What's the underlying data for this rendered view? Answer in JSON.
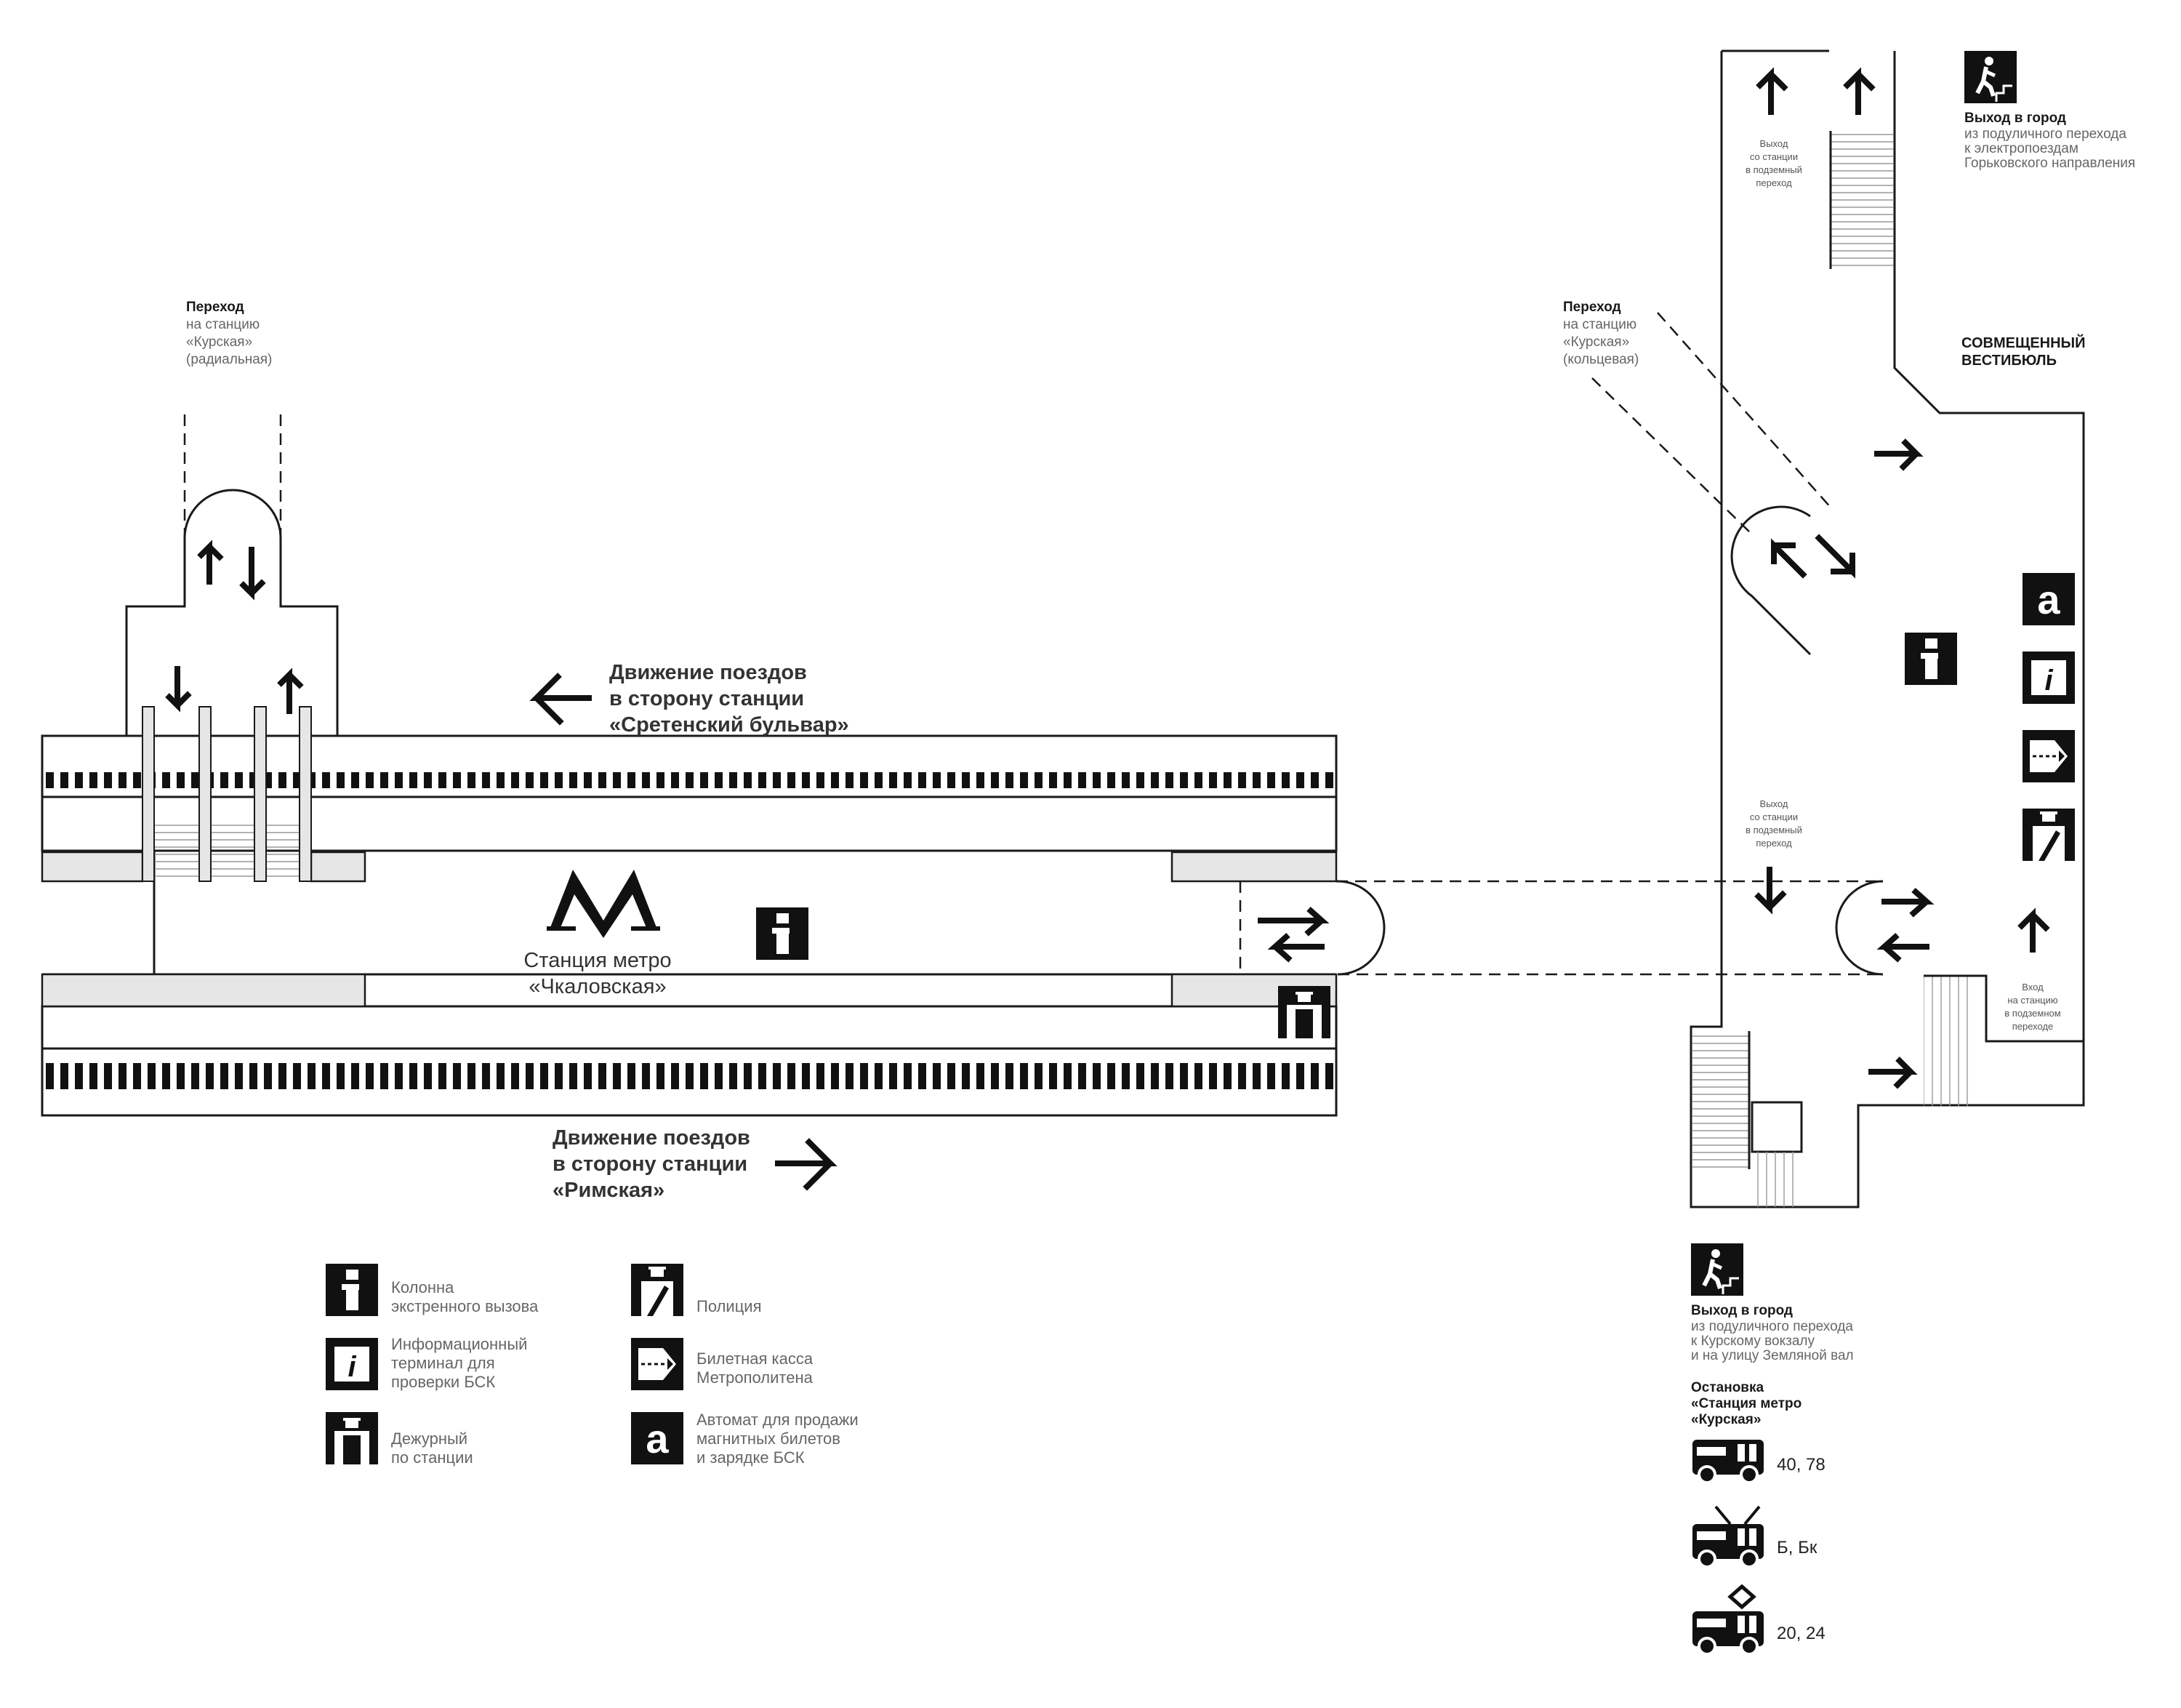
{
  "station": {
    "name": "Станция метро",
    "name2": "«Чкаловская»"
  },
  "direction_top": [
    "Движение поездов",
    "в сторону станции",
    "«Сретенский бульвар»"
  ],
  "direction_bottom": [
    "Движение поездов",
    "в сторону станции",
    "«Римская»"
  ],
  "transfer_radial": {
    "title": "Переход",
    "lines": [
      "на станцию",
      "«Курская»",
      "(радиальная)"
    ]
  },
  "transfer_ring": {
    "title": "Переход",
    "lines": [
      "на станцию",
      "«Курская»",
      "(кольцевая)"
    ]
  },
  "vestibule_label": [
    "СОВМЕЩЕННЫЙ",
    "ВЕСТИБЮЛЬ"
  ],
  "exit_top_small": [
    "Выход",
    "со станции",
    "в подземный",
    "переход"
  ],
  "exit_mid_small": [
    "Выход",
    "со станции",
    "в подземный",
    "переход"
  ],
  "entry_small": [
    "Вход",
    "на станцию",
    "в подземном",
    "переходе"
  ],
  "exit_city_top": {
    "title": "Выход в город",
    "lines": [
      "из подуличного перехода",
      "к электропоездам",
      "Горьковского направления"
    ]
  },
  "exit_city_bottom": {
    "title": "Выход в город",
    "lines": [
      "из подуличного перехода",
      "к Курскому вокзалу",
      "и на улицу Земляной вал"
    ]
  },
  "stop": {
    "title": [
      "Остановка",
      "«Станция метро",
      "«Курская»"
    ],
    "bus": "40, 78",
    "trolleybus": "Б, Бк",
    "tram": "20, 24"
  },
  "legend": [
    {
      "icon": "emergency-call-icon",
      "lines": [
        "Колонна",
        "экстренного вызова"
      ]
    },
    {
      "icon": "info-terminal-icon",
      "lines": [
        "Информационный",
        "терминал для",
        "проверки БСК"
      ]
    },
    {
      "icon": "station-attendant-icon",
      "lines": [
        "Дежурный",
        "по станции"
      ]
    },
    {
      "icon": "police-icon",
      "lines": [
        "Полиция"
      ]
    },
    {
      "icon": "ticket-office-icon",
      "lines": [
        "Билетная касса",
        "Метрополитена"
      ]
    },
    {
      "icon": "ticket-machine-icon",
      "lines": [
        "Автомат для продажи",
        "магнитных билетов",
        "и зарядке БСК"
      ]
    }
  ],
  "colors": {
    "ink": "#1a1a1a",
    "platform": "#e6e6e6",
    "muted": "#666666"
  }
}
